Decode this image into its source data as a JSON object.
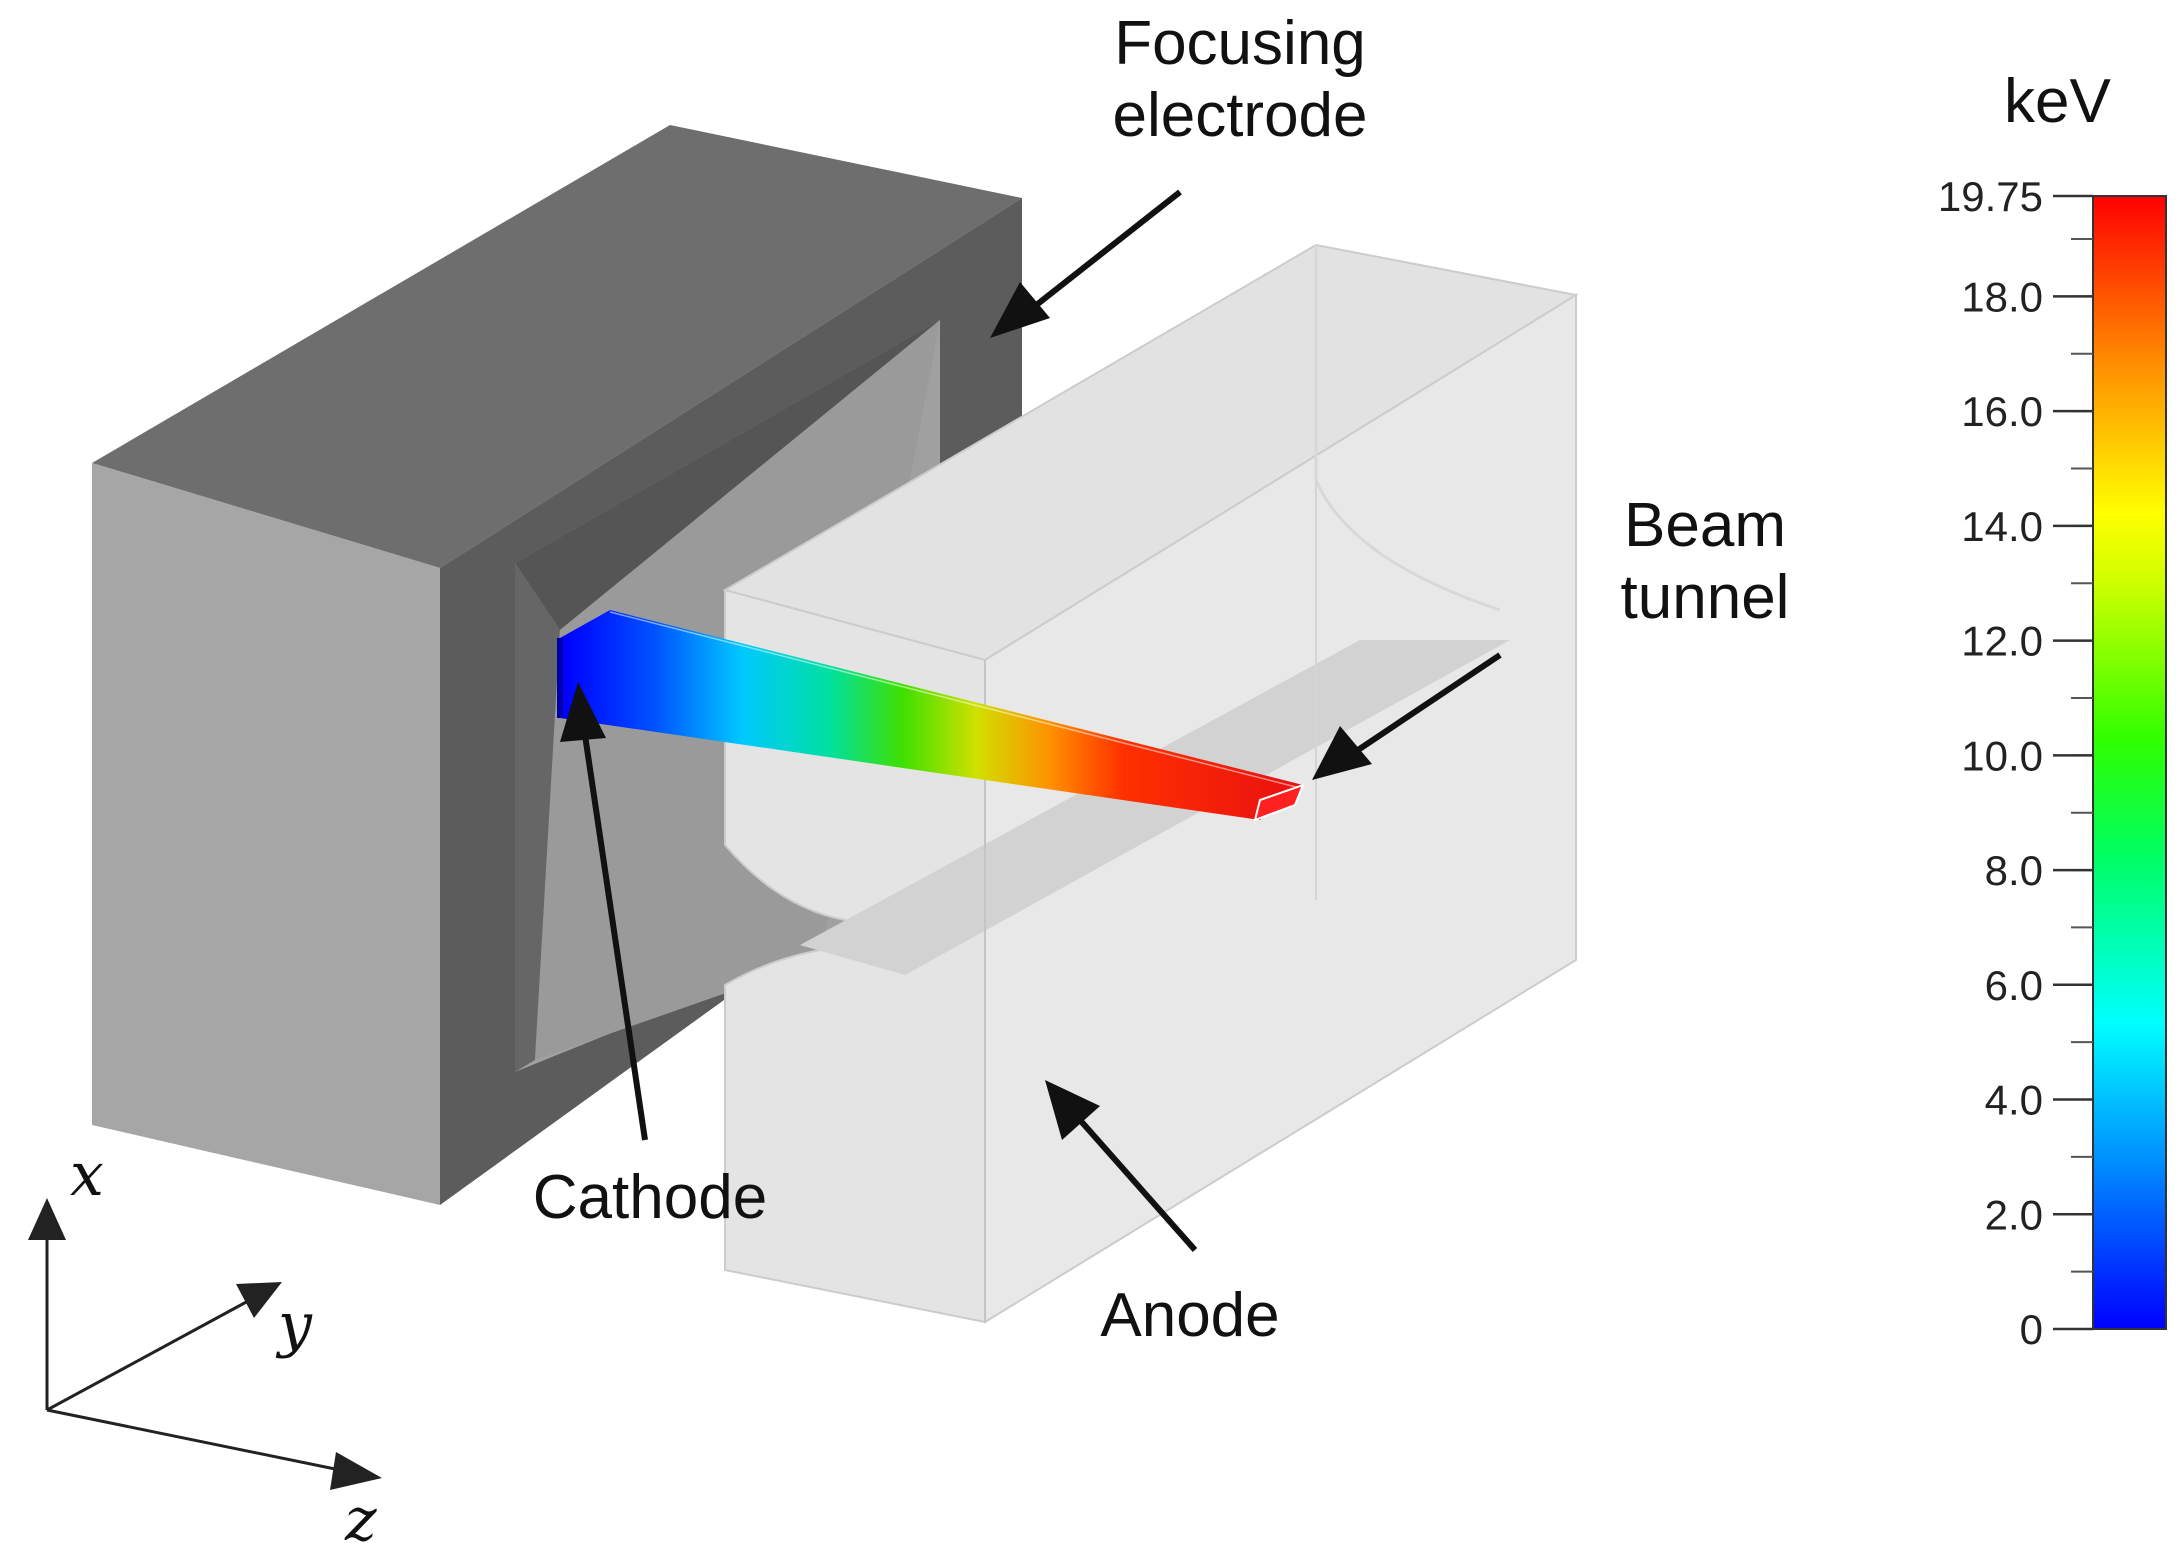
{
  "labels": {
    "focusing_electrode": [
      "Focusing",
      "electrode"
    ],
    "beam_tunnel": [
      "Beam",
      "tunnel"
    ],
    "cathode": "Cathode",
    "anode": "Anode"
  },
  "axes": {
    "x": "x",
    "y": "y",
    "z": "z"
  },
  "colorbar": {
    "unit": "keV",
    "min": 0,
    "max": 19.75,
    "ticks": [
      "0",
      "2.0",
      "4.0",
      "6.0",
      "8.0",
      "10.0",
      "12.0",
      "14.0",
      "16.0",
      "18.0",
      "19.75"
    ],
    "colormap": [
      "#0000ff",
      "#00a0ff",
      "#00ffff",
      "#00ff40",
      "#40ff00",
      "#ffff00",
      "#ff8000",
      "#ff0000"
    ]
  },
  "colors": {
    "electrode_front": "#a6a6a6",
    "electrode_top": "#6e6e6e",
    "electrode_side": "#5c5c5c",
    "anode": "#e6e6e6"
  }
}
